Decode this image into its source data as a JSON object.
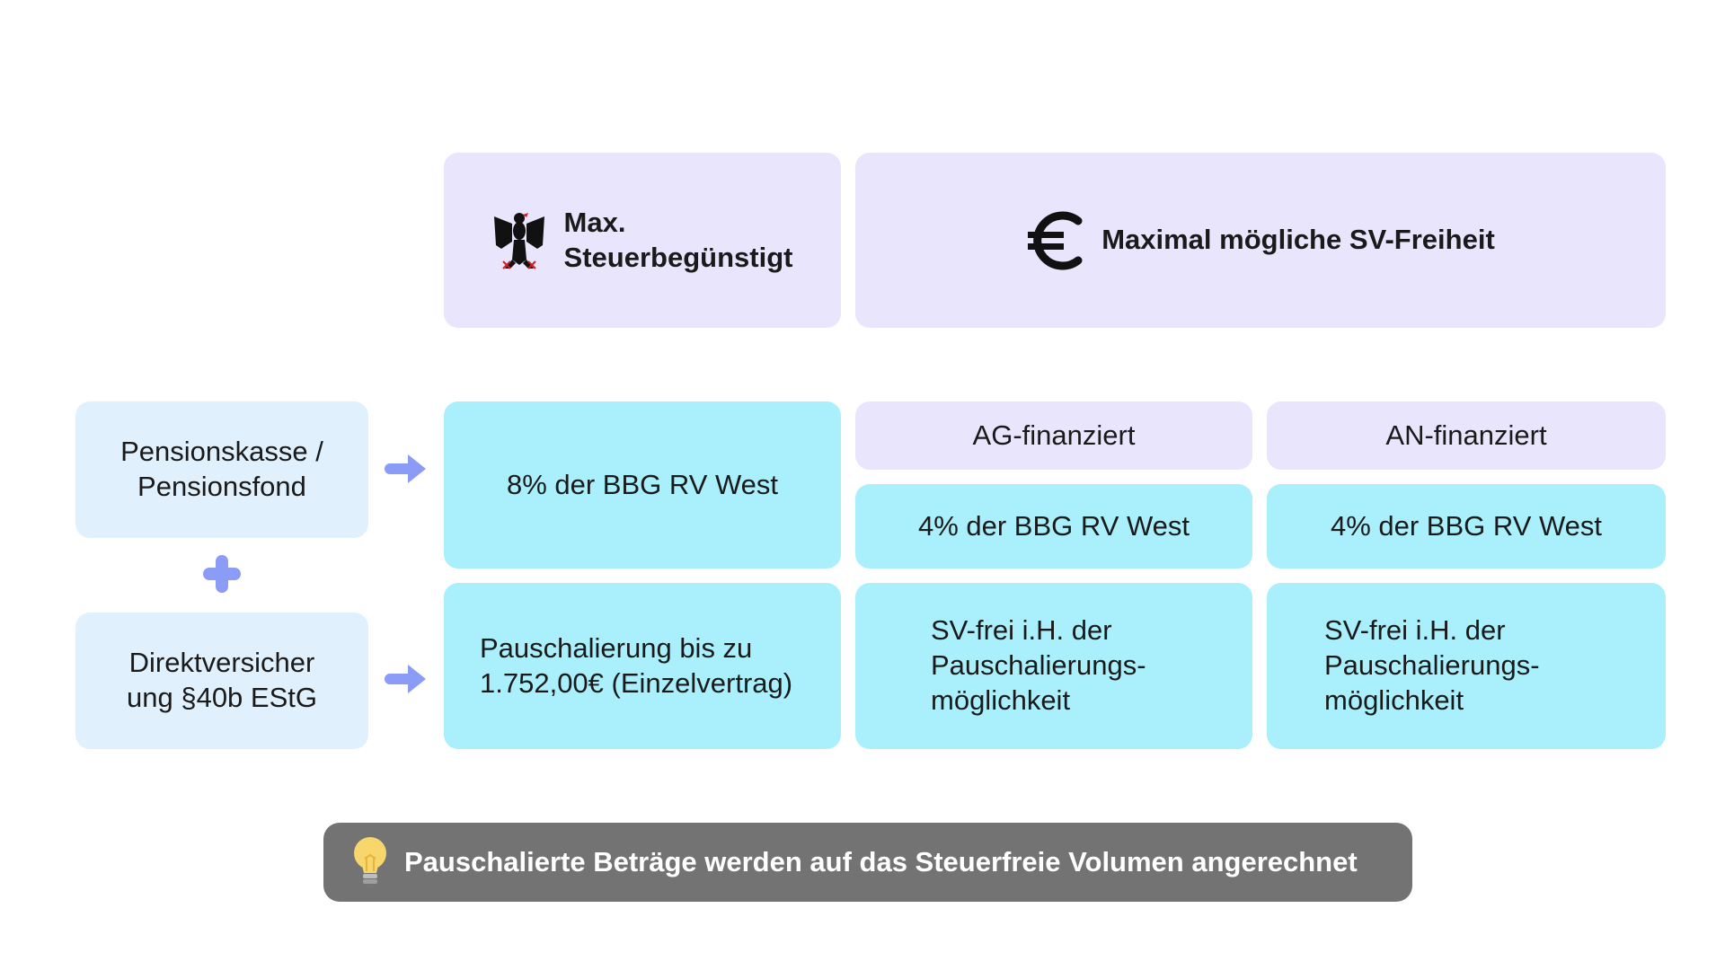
{
  "header": {
    "tax_title": "Max. Steuerbegünstigt",
    "tax_title_line1": "Max.",
    "tax_title_line2": "Steuerbegünstigt",
    "sv_title": "Maximal mögliche SV-Freiheit"
  },
  "rows": {
    "pensionskasse": {
      "label_line1": "Pensionskasse /",
      "label_line2": "Pensionsfond",
      "tax_value": "8% der BBG RV West"
    },
    "direktversicherung": {
      "label_line1": "Direktversicher",
      "label_line2": "ung §40b EStG",
      "tax_line1": "Pauschalierung bis zu",
      "tax_line2": "1.752,00€ (Einzelvertrag)"
    }
  },
  "columns": {
    "ag": {
      "label": "AG-finanziert",
      "value": "4% der BBG RV West",
      "pausch_line1": "SV-frei i.H. der",
      "pausch_line2": "Pauschalierungs-",
      "pausch_line3": "möglichkeit"
    },
    "an": {
      "label": "AN-finanziert",
      "value": "4% der BBG RV West",
      "pausch_line1": "SV-frei i.H. der",
      "pausch_line2": "Pauschalierungs-",
      "pausch_line3": "möglichkeit"
    }
  },
  "footer": {
    "note": "Pauschalierte Beträge werden auf das Steuerfreie Volumen angerechnet"
  },
  "icons": {
    "tax": "federal-eagle-icon",
    "sv": "euro-icon",
    "footer": "lightbulb-icon",
    "connector": "arrow-right-icon",
    "combine": "plus-icon"
  },
  "colors": {
    "lavender": "#e9e5fd",
    "cyan": "#a9effc",
    "pale_blue": "#e0f0fd",
    "accent_blue": "#8a9cf5",
    "footer_gray": "#737373"
  }
}
